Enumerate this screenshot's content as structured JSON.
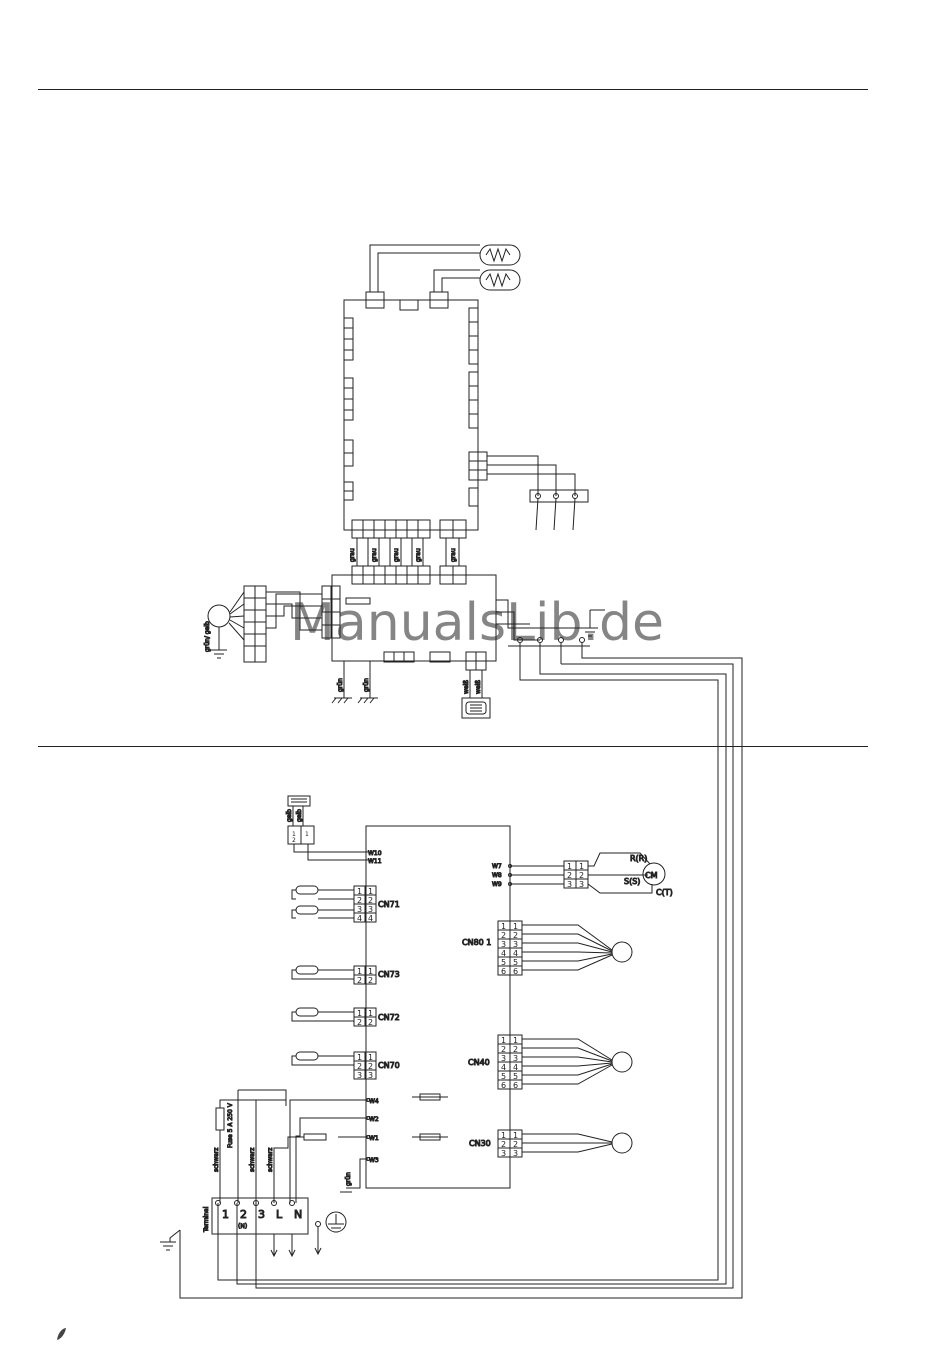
{
  "watermark": "ManualsLib.de",
  "indoor": {
    "labels": {
      "grau": "grau",
      "gruen": "grün",
      "weiss": "weiß",
      "gruen_gelb": "grün/ gelb"
    }
  },
  "outdoor": {
    "yellow_labels": [
      "gelb",
      "gelb"
    ],
    "terminals_top": [
      "W10",
      "W11"
    ],
    "terminals_right": [
      "W7",
      "W8",
      "W9"
    ],
    "terminals_left": [
      "W4",
      "W2",
      "W1",
      "W3"
    ],
    "connectors": {
      "cn71": "CN71",
      "cn73": "CN73",
      "cn72": "CN72",
      "cn70": "CN70",
      "cn801": "CN80 1",
      "cn40": "CN40",
      "cn30": "CN30"
    },
    "compressor": {
      "label": "CM",
      "r": "R(R)",
      "s": "S(S)",
      "c": "C(T)"
    },
    "fuse_label": "Fuse 5 A 250 V",
    "wire_labels": {
      "schwarz": "schwarz",
      "gruen": "grün"
    },
    "terminal_block": {
      "title": "Terminal",
      "positions": [
        "1",
        "2",
        "(N)",
        "3",
        "L",
        "N"
      ]
    }
  },
  "pin_numbers": [
    "1",
    "2",
    "3",
    "4",
    "5",
    "6"
  ]
}
